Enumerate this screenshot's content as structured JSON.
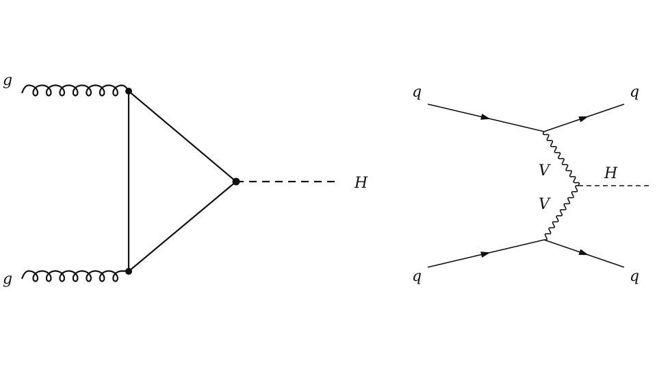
{
  "diagrams": [
    {
      "name": "gluon-fusion",
      "labels": {
        "gluon_top": "g",
        "gluon_bottom": "g",
        "higgs": "H"
      }
    },
    {
      "name": "vector-boson-fusion",
      "labels": {
        "quark_in_top": "q",
        "quark_out_top": "q",
        "quark_in_bottom": "q",
        "quark_out_bottom": "q",
        "boson_top": "V",
        "boson_bottom": "V",
        "higgs": "H"
      }
    }
  ],
  "colors": {
    "line": "#111111"
  }
}
